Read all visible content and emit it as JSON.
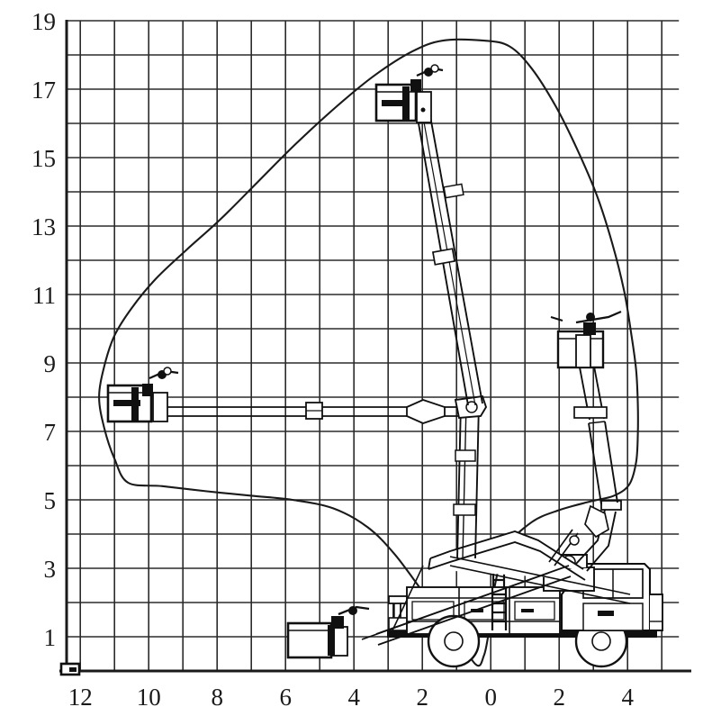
{
  "figure": {
    "kind": "working-envelope-diagram",
    "subject": "truck-mounted aerial work platform",
    "background_color": "#ffffff",
    "line_color": "#1a1a1a",
    "grid_color": "#2b2b2b"
  },
  "chart_data": {
    "type": "line",
    "title": "",
    "xlabel": "",
    "ylabel": "",
    "grid": true,
    "legend": null,
    "axes": {
      "x_tick_labels": [
        "12",
        "10",
        "8",
        "6",
        "4",
        "2",
        "0",
        "2",
        "4"
      ],
      "x_tick_values": [
        -12,
        -10,
        -8,
        -6,
        -4,
        -2,
        0,
        2,
        4
      ],
      "x_minor_step": 1,
      "xlim": [
        -12.4,
        5.5
      ],
      "y_tick_labels": [
        "1",
        "3",
        "5",
        "7",
        "9",
        "11",
        "13",
        "15",
        "17",
        "19"
      ],
      "y_tick_values": [
        1,
        3,
        5,
        7,
        9,
        11,
        13,
        15,
        17,
        19
      ],
      "y_minor_step": 1,
      "ylim": [
        0,
        19
      ],
      "units": "m"
    },
    "series": [
      {
        "name": "working envelope",
        "closed": true,
        "points": [
          [
            -0.45,
            0.2
          ],
          [
            -1.2,
            1.35
          ],
          [
            -1.9,
            2.2
          ],
          [
            -2.8,
            3.4
          ],
          [
            -3.6,
            4.2
          ],
          [
            -4.6,
            4.75
          ],
          [
            -5.8,
            5.0
          ],
          [
            -7.0,
            5.12
          ],
          [
            -8.3,
            5.25
          ],
          [
            -9.6,
            5.4
          ],
          [
            -10.6,
            5.5
          ],
          [
            -11.0,
            6.2
          ],
          [
            -11.3,
            7.1
          ],
          [
            -11.45,
            8.0
          ],
          [
            -11.3,
            8.9
          ],
          [
            -11.0,
            9.8
          ],
          [
            -10.5,
            10.6
          ],
          [
            -9.8,
            11.45
          ],
          [
            -8.9,
            12.3
          ],
          [
            -7.9,
            13.2
          ],
          [
            -6.8,
            14.3
          ],
          [
            -5.7,
            15.4
          ],
          [
            -4.5,
            16.5
          ],
          [
            -3.4,
            17.4
          ],
          [
            -2.3,
            18.1
          ],
          [
            -1.4,
            18.42
          ],
          [
            -0.2,
            18.42
          ],
          [
            0.55,
            18.25
          ],
          [
            1.2,
            17.6
          ],
          [
            1.9,
            16.5
          ],
          [
            2.5,
            15.3
          ],
          [
            3.1,
            13.9
          ],
          [
            3.55,
            12.5
          ],
          [
            3.9,
            11.1
          ],
          [
            4.1,
            9.9
          ],
          [
            4.25,
            8.8
          ],
          [
            4.3,
            7.8
          ],
          [
            4.3,
            6.9
          ],
          [
            4.25,
            6.1
          ],
          [
            4.05,
            5.45
          ],
          [
            3.6,
            5.12
          ],
          [
            2.9,
            4.95
          ],
          [
            2.0,
            4.7
          ],
          [
            1.2,
            4.35
          ],
          [
            0.45,
            3.6
          ],
          [
            0.1,
            2.4
          ],
          [
            -0.05,
            1.2
          ],
          [
            -0.2,
            0.45
          ]
        ]
      }
    ],
    "annotations": [
      {
        "name": "platform-upper",
        "x": -2.6,
        "y": 16.7,
        "label": ""
      },
      {
        "name": "platform-left",
        "x": -10.8,
        "y": 8.0,
        "label": ""
      },
      {
        "name": "platform-lower-left",
        "x": -5.2,
        "y": 1.1,
        "label": ""
      },
      {
        "name": "platform-right",
        "x": 2.9,
        "y": 9.5,
        "label": ""
      },
      {
        "name": "origin-marker",
        "x": -12.0,
        "y": 0.05,
        "label": ""
      }
    ]
  },
  "axis_labels": {
    "y": [
      {
        "text": "19",
        "value": 19
      },
      {
        "text": "17",
        "value": 17
      },
      {
        "text": "15",
        "value": 15
      },
      {
        "text": "13",
        "value": 13
      },
      {
        "text": "11",
        "value": 11
      },
      {
        "text": "9",
        "value": 9
      },
      {
        "text": "7",
        "value": 7
      },
      {
        "text": "5",
        "value": 5
      },
      {
        "text": "3",
        "value": 3
      },
      {
        "text": "1",
        "value": 1
      }
    ],
    "x": [
      {
        "text": "12",
        "value": -12
      },
      {
        "text": "10",
        "value": -10
      },
      {
        "text": "8",
        "value": -8
      },
      {
        "text": "6",
        "value": -6
      },
      {
        "text": "4",
        "value": -4
      },
      {
        "text": "2",
        "value": -2
      },
      {
        "text": "0",
        "value": 0
      },
      {
        "text": "2",
        "value": 2
      },
      {
        "text": "4",
        "value": 4
      }
    ]
  }
}
